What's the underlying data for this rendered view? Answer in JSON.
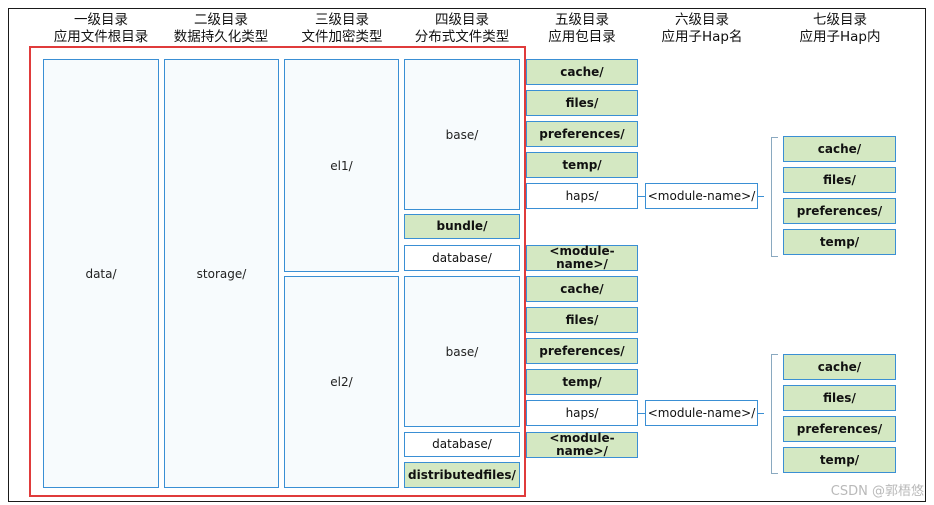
{
  "headers": [
    {
      "line1": "一级目录",
      "line2": "应用文件根目录"
    },
    {
      "line1": "二级目录",
      "line2": "数据持久化类型"
    },
    {
      "line1": "三级目录",
      "line2": "文件加密类型"
    },
    {
      "line1": "四级目录",
      "line2": "分布式文件类型"
    },
    {
      "line1": "五级目录",
      "line2": "应用包目录"
    },
    {
      "line1": "六级目录",
      "line2": "应用子Hap名"
    },
    {
      "line1": "七级目录",
      "line2": "应用子Hap内"
    }
  ],
  "level1": "data/",
  "level2": "storage/",
  "level3": {
    "el1": "el1/",
    "el2": "el2/"
  },
  "level4": {
    "base1": "base/",
    "bundle": "bundle/",
    "database1": "database/",
    "base2": "base/",
    "database2": "database/",
    "distributed": "distributedfiles/"
  },
  "level5": {
    "cache1": "cache/",
    "files1": "files/",
    "prefs1": "preferences/",
    "temp1": "temp/",
    "haps1": "haps/",
    "module1": "<module-name>/",
    "cache2": "cache/",
    "files2": "files/",
    "prefs2": "preferences/",
    "temp2": "temp/",
    "haps2": "haps/",
    "module2": "<module-name>/"
  },
  "level6": {
    "mod1": "<module-name>/",
    "mod2": "<module-name>/"
  },
  "level7": {
    "cache1": "cache/",
    "files1": "files/",
    "prefs1": "preferences/",
    "temp1": "temp/",
    "cache2": "cache/",
    "files2": "files/",
    "prefs2": "preferences/",
    "temp2": "temp/"
  },
  "watermark": "CSDN @郭梧悠",
  "colors": {
    "accent_border": "#3a8fd4",
    "green_fill": "#d4e8c2",
    "red_outline": "#e03b3b"
  }
}
